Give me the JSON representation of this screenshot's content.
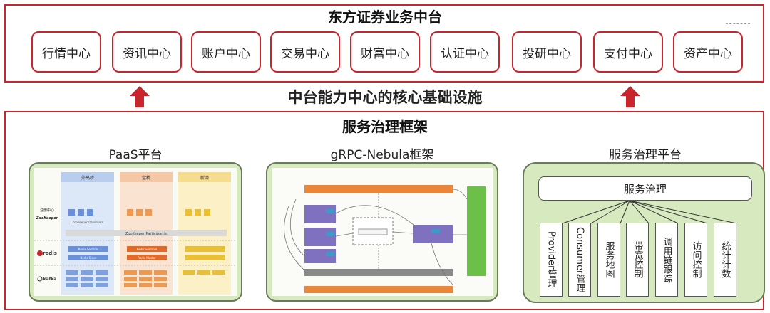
{
  "top": {
    "title": "东方证券业务中台",
    "centers": [
      "行情中心",
      "资讯中心",
      "账户中心",
      "交易中心",
      "财富中心",
      "认证中心",
      "投研中心",
      "支付中心",
      "资产中心"
    ]
  },
  "middle_caption": "中台能力中心的核心基础设施",
  "bottom": {
    "title": "服务治理框架",
    "paas": {
      "label": "PaaS平台",
      "columns": [
        "外高桥",
        "金桥",
        "新濠"
      ],
      "rows": [
        "注册中心",
        "redis",
        "kafka"
      ],
      "zookeeper_brand": "ZooKeeper",
      "zk_participants": "ZooKeeper Participants",
      "zk_observers": "ZooKeeper Observers",
      "redis_sentinel": "Redis Sentinel",
      "redis_slave": "Redis Slave",
      "redis_master": "Redis Master"
    },
    "grpc": {
      "label": "gRPC-Nebula框架"
    },
    "governance": {
      "label": "服务治理平台",
      "header": "服务治理",
      "items": [
        "Provider管理",
        "Consumer管理",
        "服务地图",
        "带宽控制",
        "调用链跟踪",
        "访问控制",
        "统计计数"
      ]
    }
  },
  "colors": {
    "accent_red": "#c8252c",
    "panel_green": "#d6e9bf",
    "grpc_orange": "#e8873a",
    "grpc_purple": "#8070c0",
    "grpc_green": "#6cc04a"
  }
}
